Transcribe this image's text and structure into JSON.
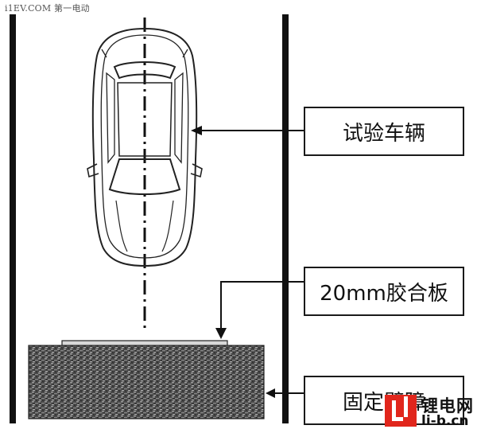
{
  "watermark": "i1EV.COM 第一电动",
  "labels": {
    "vehicle": "试验车辆",
    "plywood": "20mm胶合板",
    "barrier": "固定壁障"
  },
  "logo": {
    "name": "锂电网",
    "url": "li-b.cn"
  },
  "colors": {
    "line": "#111111",
    "logo_red": "#e1261c",
    "barrier_fill": "#3a3a3a"
  }
}
